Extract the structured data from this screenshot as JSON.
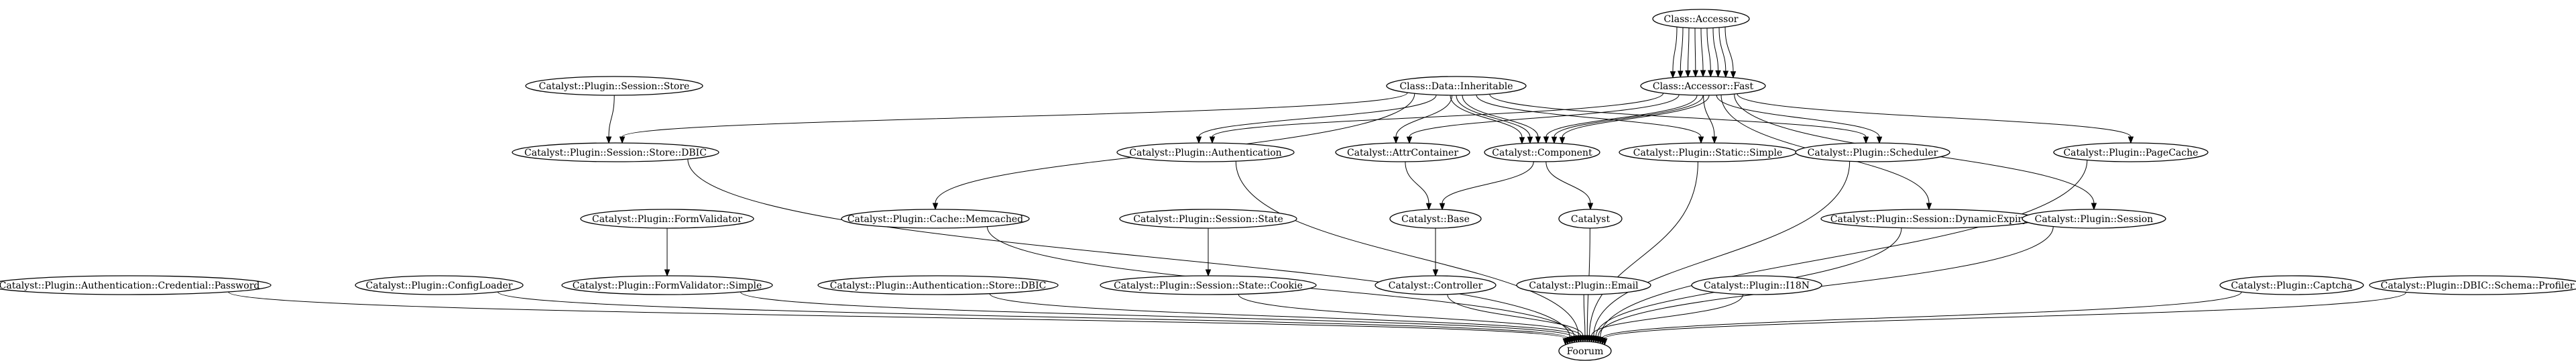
{
  "diagram": {
    "type": "directed-graph",
    "colors": {
      "background": "#ffffff",
      "stroke": "#000000",
      "text": "#000000"
    },
    "nodes": [
      {
        "id": "class_accessor",
        "label": "Class::Accessor"
      },
      {
        "id": "class_accessor_fast",
        "label": "Class::Accessor::Fast"
      },
      {
        "id": "class_data_inheritable",
        "label": "Class::Data::Inheritable"
      },
      {
        "id": "session_store",
        "label": "Catalyst::Plugin::Session::Store"
      },
      {
        "id": "session_store_dbic",
        "label": "Catalyst::Plugin::Session::Store::DBIC"
      },
      {
        "id": "authentication",
        "label": "Catalyst::Plugin::Authentication"
      },
      {
        "id": "attrcontainer",
        "label": "Catalyst::AttrContainer"
      },
      {
        "id": "component",
        "label": "Catalyst::Component"
      },
      {
        "id": "static_simple",
        "label": "Catalyst::Plugin::Static::Simple"
      },
      {
        "id": "scheduler",
        "label": "Catalyst::Plugin::Scheduler"
      },
      {
        "id": "pagecache",
        "label": "Catalyst::Plugin::PageCache"
      },
      {
        "id": "formvalidator",
        "label": "Catalyst::Plugin::FormValidator"
      },
      {
        "id": "cache_memcached",
        "label": "Catalyst::Plugin::Cache::Memcached"
      },
      {
        "id": "session_state",
        "label": "Catalyst::Plugin::Session::State"
      },
      {
        "id": "base",
        "label": "Catalyst::Base"
      },
      {
        "id": "catalyst",
        "label": "Catalyst"
      },
      {
        "id": "session_dynamicexpiry",
        "label": "Catalyst::Plugin::Session::DynamicExpiry"
      },
      {
        "id": "session",
        "label": "Catalyst::Plugin::Session"
      },
      {
        "id": "credential_password",
        "label": "Catalyst::Plugin::Authentication::Credential::Password"
      },
      {
        "id": "configloader",
        "label": "Catalyst::Plugin::ConfigLoader"
      },
      {
        "id": "formvalidator_simple",
        "label": "Catalyst::Plugin::FormValidator::Simple"
      },
      {
        "id": "auth_store_dbic",
        "label": "Catalyst::Plugin::Authentication::Store::DBIC"
      },
      {
        "id": "session_state_cookie",
        "label": "Catalyst::Plugin::Session::State::Cookie"
      },
      {
        "id": "controller",
        "label": "Catalyst::Controller"
      },
      {
        "id": "email",
        "label": "Catalyst::Plugin::Email"
      },
      {
        "id": "i18n",
        "label": "Catalyst::Plugin::I18N"
      },
      {
        "id": "captcha",
        "label": "Catalyst::Plugin::Captcha"
      },
      {
        "id": "dbic_schema_profiler",
        "label": "Catalyst::Plugin::DBIC::Schema::Profiler"
      },
      {
        "id": "foorum",
        "label": "Foorum"
      }
    ],
    "edges": [
      {
        "from": "class_accessor",
        "to": "class_accessor_fast"
      },
      {
        "from": "class_accessor",
        "to": "class_accessor_fast"
      },
      {
        "from": "class_accessor",
        "to": "class_accessor_fast"
      },
      {
        "from": "class_accessor",
        "to": "class_accessor_fast"
      },
      {
        "from": "class_accessor",
        "to": "class_accessor_fast"
      },
      {
        "from": "class_accessor",
        "to": "class_accessor_fast"
      },
      {
        "from": "class_accessor",
        "to": "class_accessor_fast"
      },
      {
        "from": "class_accessor",
        "to": "class_accessor_fast"
      },
      {
        "from": "class_accessor",
        "to": "class_accessor_fast"
      },
      {
        "from": "class_accessor_fast",
        "to": "authentication"
      },
      {
        "from": "class_accessor_fast",
        "to": "attrcontainer"
      },
      {
        "from": "class_accessor_fast",
        "to": "component"
      },
      {
        "from": "class_accessor_fast",
        "to": "component"
      },
      {
        "from": "class_accessor_fast",
        "to": "component"
      },
      {
        "from": "class_accessor_fast",
        "to": "static_simple"
      },
      {
        "from": "class_accessor_fast",
        "to": "scheduler"
      },
      {
        "from": "class_accessor_fast",
        "to": "pagecache"
      },
      {
        "from": "class_accessor_fast",
        "to": "session_dynamicexpiry"
      },
      {
        "from": "class_accessor_fast",
        "to": "session"
      },
      {
        "from": "class_data_inheritable",
        "to": "session_store_dbic"
      },
      {
        "from": "class_data_inheritable",
        "to": "authentication"
      },
      {
        "from": "class_data_inheritable",
        "to": "cache_memcached"
      },
      {
        "from": "class_data_inheritable",
        "to": "attrcontainer"
      },
      {
        "from": "class_data_inheritable",
        "to": "component"
      },
      {
        "from": "class_data_inheritable",
        "to": "component"
      },
      {
        "from": "class_data_inheritable",
        "to": "component"
      },
      {
        "from": "class_data_inheritable",
        "to": "static_simple"
      },
      {
        "from": "class_data_inheritable",
        "to": "scheduler"
      },
      {
        "from": "session_store",
        "to": "session_store_dbic"
      },
      {
        "from": "attrcontainer",
        "to": "base"
      },
      {
        "from": "component",
        "to": "base"
      },
      {
        "from": "component",
        "to": "catalyst"
      },
      {
        "from": "formvalidator",
        "to": "formvalidator_simple"
      },
      {
        "from": "session_state",
        "to": "session_state_cookie"
      },
      {
        "from": "base",
        "to": "controller"
      },
      {
        "from": "session_store_dbic",
        "to": "foorum"
      },
      {
        "from": "authentication",
        "to": "foorum"
      },
      {
        "from": "static_simple",
        "to": "foorum"
      },
      {
        "from": "scheduler",
        "to": "foorum"
      },
      {
        "from": "pagecache",
        "to": "foorum"
      },
      {
        "from": "cache_memcached",
        "to": "foorum"
      },
      {
        "from": "catalyst",
        "to": "foorum"
      },
      {
        "from": "session_dynamicexpiry",
        "to": "foorum"
      },
      {
        "from": "session",
        "to": "foorum"
      },
      {
        "from": "credential_password",
        "to": "foorum"
      },
      {
        "from": "configloader",
        "to": "foorum"
      },
      {
        "from": "formvalidator_simple",
        "to": "foorum"
      },
      {
        "from": "auth_store_dbic",
        "to": "foorum"
      },
      {
        "from": "session_state_cookie",
        "to": "foorum"
      },
      {
        "from": "controller",
        "to": "foorum"
      },
      {
        "from": "email",
        "to": "foorum"
      },
      {
        "from": "i18n",
        "to": "foorum"
      },
      {
        "from": "captcha",
        "to": "foorum"
      },
      {
        "from": "dbic_schema_profiler",
        "to": "foorum"
      }
    ]
  }
}
